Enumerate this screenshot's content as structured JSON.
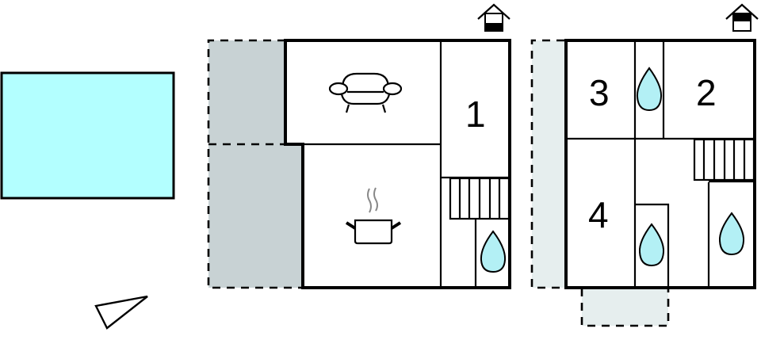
{
  "title": "Floor plan",
  "colors": {
    "pool": "#b3ffff",
    "terrace_dark": "#c8d2d4",
    "terrace_light": "#e6eeee",
    "water": "#b3f0f5",
    "line": "#000000"
  },
  "pool": {
    "label": "pool"
  },
  "compass": {
    "label": "north-arrow"
  },
  "ground_floor": {
    "label": "ground-floor",
    "floor_indicator": "ground floor (lower level highlighted)",
    "rooms": [
      {
        "id": "living-room",
        "icon": "sofa-icon",
        "label": ""
      },
      {
        "id": "bedroom-1",
        "icon": "",
        "label": "1"
      },
      {
        "id": "kitchen",
        "icon": "cooking-pot-icon",
        "label": ""
      },
      {
        "id": "staircase",
        "icon": "stairs-icon",
        "label": ""
      },
      {
        "id": "bathroom",
        "icon": "water-drop-icon",
        "label": ""
      }
    ],
    "terrace": {
      "label": "terrace"
    }
  },
  "first_floor": {
    "label": "first-floor",
    "floor_indicator": "upper floor (top level highlighted)",
    "rooms": [
      {
        "id": "bedroom-3",
        "label": "3"
      },
      {
        "id": "bathroom-upper-1",
        "icon": "water-drop-icon",
        "label": ""
      },
      {
        "id": "bedroom-2",
        "label": "2"
      },
      {
        "id": "bedroom-4",
        "label": "4"
      },
      {
        "id": "bathroom-upper-2",
        "icon": "water-drop-icon",
        "label": ""
      },
      {
        "id": "bathroom-upper-3",
        "icon": "water-drop-icon",
        "label": ""
      },
      {
        "id": "staircase-upper",
        "icon": "stairs-icon",
        "label": ""
      }
    ],
    "balcony_side": {
      "label": "balcony"
    },
    "balcony_bottom": {
      "label": "balcony"
    }
  }
}
